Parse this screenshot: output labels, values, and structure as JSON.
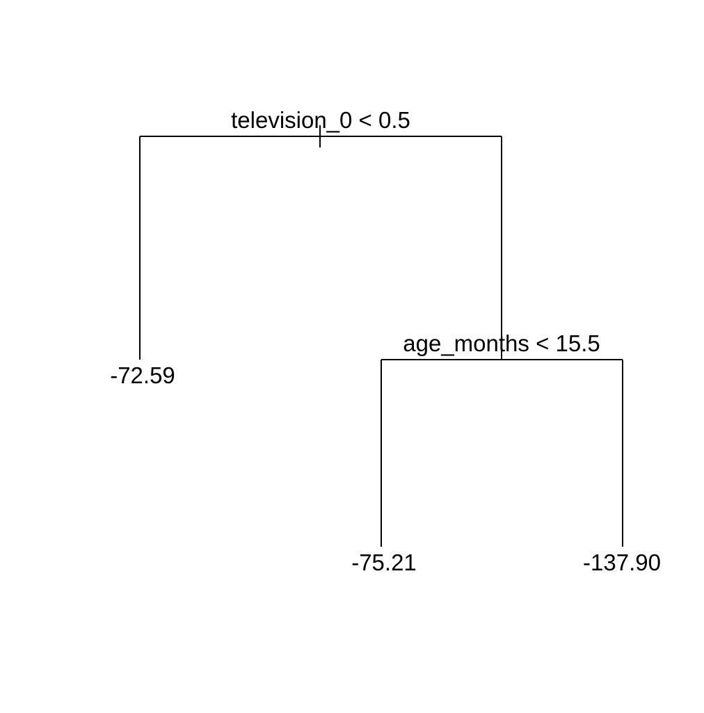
{
  "tree": {
    "root": {
      "split": "television_0 < 0.5",
      "left": {
        "leaf": "-72.59"
      },
      "right": {
        "split": "age_months < 15.5",
        "left": {
          "leaf": "-75.21"
        },
        "right": {
          "leaf": "-137.90"
        }
      }
    }
  }
}
